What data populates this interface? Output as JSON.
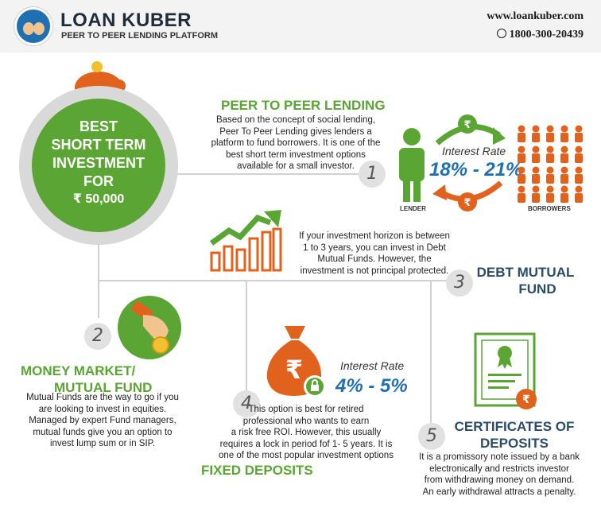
{
  "header": {
    "brand": "LOAN KUBER",
    "tagline": "PEER TO PEER LENDING PLATFORM",
    "website": "www.loankuber.com",
    "phone": "1800-300-20439"
  },
  "hero": {
    "line1": "BEST",
    "line2": "SHORT TERM",
    "line3": "INVESTMENT",
    "line4": "FOR",
    "amount": "₹ 50,000"
  },
  "sections": [
    {
      "number": "1",
      "title": "PEER TO PEER LENDING",
      "lines": [
        "Based on the concept of social lending,",
        "Peer To Peer Lending gives lenders a",
        "platform to fund borrowers. It is one of the",
        "best short term investment options",
        "available for a small investor."
      ],
      "rate_label": "Interest Rate",
      "rate_value": "18% - 21%",
      "lender_label": "LENDER",
      "borrowers_label": "BORROWERS"
    },
    {
      "number": "2",
      "title_line1": "MONEY MARKET/",
      "title_line2": "MUTUAL FUND",
      "lines": [
        "Mutual Funds are the way to go if you",
        "are looking to invest in equities.",
        "Managed by expert Fund managers,",
        "mutual funds give you an option to",
        "invest lump sum or in SIP."
      ]
    },
    {
      "number": "3",
      "title_line1": "DEBT MUTUAL",
      "title_line2": "FUND",
      "lines": [
        "If your investment horizon is between",
        "1 to 3 years, you can invest in Debt",
        "Mutual Funds. However, the",
        "investment is not principal protected."
      ]
    },
    {
      "number": "4",
      "title": "FIXED DEPOSITS",
      "lines": [
        "This option is best for retired",
        "professional who wants to earn",
        "a risk free ROI. However, this usually",
        "requires a lock in period fof 1- 5 years. It is",
        "one of the most popular investment options"
      ],
      "rate_label": "Interest Rate",
      "rate_value": "4% - 5%"
    },
    {
      "number": "5",
      "title_line1": "CERTIFICATES OF",
      "title_line2": "DEPOSITS",
      "lines": [
        "It is a promissory note issued by a bank",
        "electronically and restricts investor",
        "from withdrawing money on demand.",
        "An early withdrawal attracts a penalty."
      ]
    }
  ],
  "icons": {
    "rupee_symbol": "₹",
    "colors": {
      "green": "#5aa533",
      "orange": "#e0621c",
      "blue": "#1f6fb2",
      "navy": "#2b4b67"
    }
  }
}
